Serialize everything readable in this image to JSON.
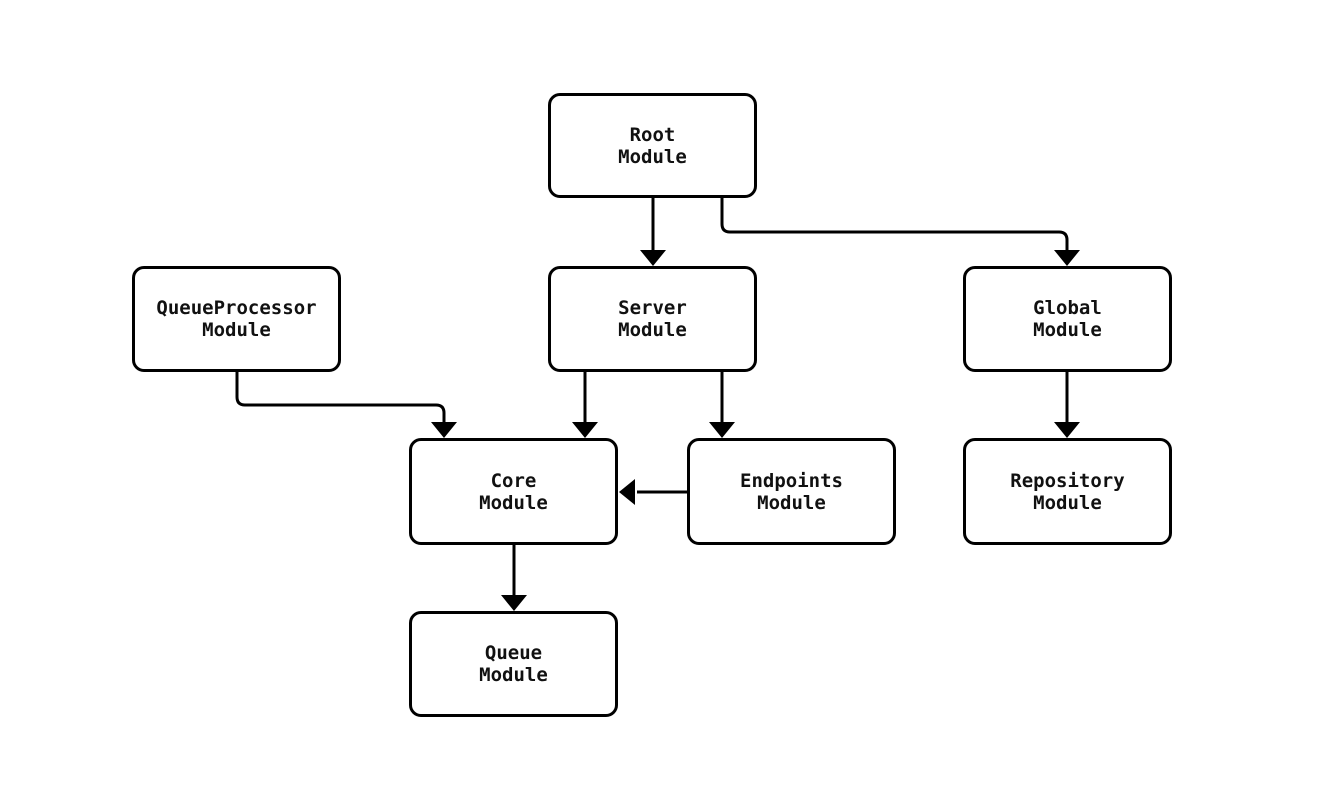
{
  "diagram": {
    "type": "flowchart",
    "background_color": "#ffffff",
    "node_fill_color": "#ffffff",
    "node_border_color": "#000000",
    "edge_color": "#000000",
    "nodes": [
      {
        "id": "root",
        "label": "Root\nModule"
      },
      {
        "id": "queueprocessor",
        "label": "QueueProcessor\nModule"
      },
      {
        "id": "server",
        "label": "Server\nModule"
      },
      {
        "id": "global",
        "label": "Global\nModule"
      },
      {
        "id": "core",
        "label": "Core\nModule"
      },
      {
        "id": "endpoints",
        "label": "Endpoints\nModule"
      },
      {
        "id": "repository",
        "label": "Repository\nModule"
      },
      {
        "id": "queue",
        "label": "Queue\nModule"
      }
    ],
    "edges": [
      {
        "from": "Root Module",
        "to": "Server Module"
      },
      {
        "from": "Root Module",
        "to": "Global Module"
      },
      {
        "from": "QueueProcessor Module",
        "to": "Core Module"
      },
      {
        "from": "Server Module",
        "to": "Core Module"
      },
      {
        "from": "Server Module",
        "to": "Endpoints Module"
      },
      {
        "from": "Endpoints Module",
        "to": "Core Module"
      },
      {
        "from": "Core Module",
        "to": "Queue Module"
      },
      {
        "from": "Global Module",
        "to": "Repository Module"
      }
    ]
  }
}
